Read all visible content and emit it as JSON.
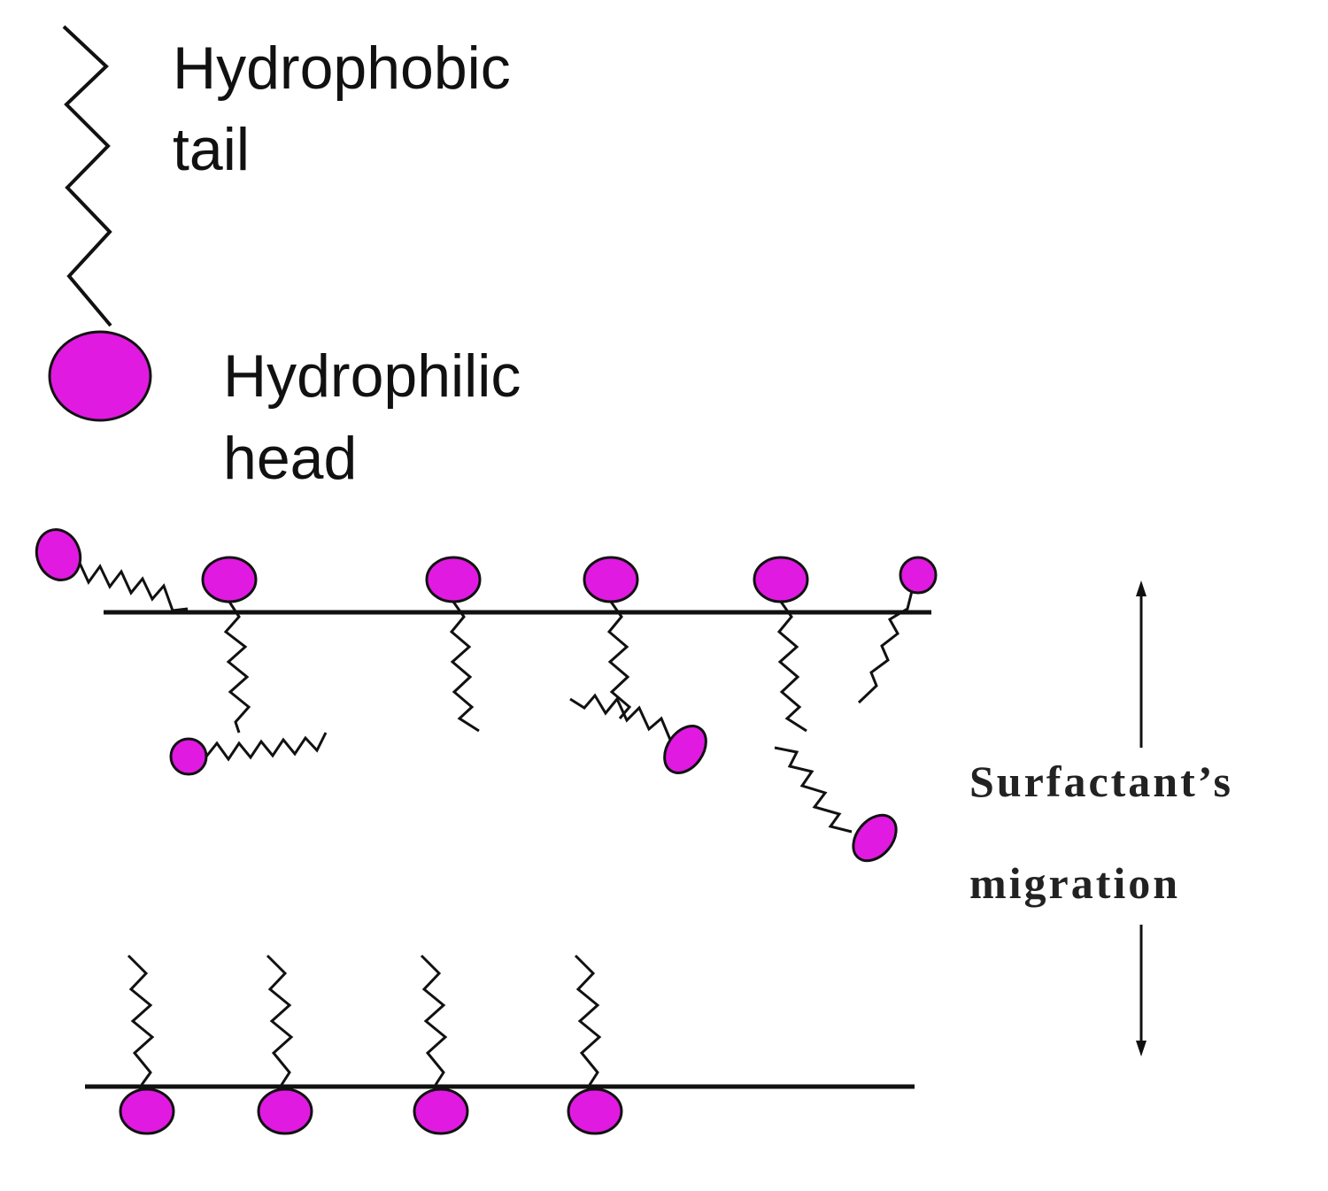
{
  "legend": {
    "tail_label": [
      "Hydrophobic",
      "tail"
    ],
    "head_label": [
      "Hydrophilic",
      "head"
    ]
  },
  "migration_label": [
    "Surfactant’s",
    "migration"
  ],
  "colors": {
    "head_fill": "#e01ae0",
    "line": "#111111"
  },
  "icons": {
    "tail": "zigzag-tail-icon",
    "head": "magenta-ellipse-head-icon",
    "arrow": "double-headed-arrow-icon"
  }
}
